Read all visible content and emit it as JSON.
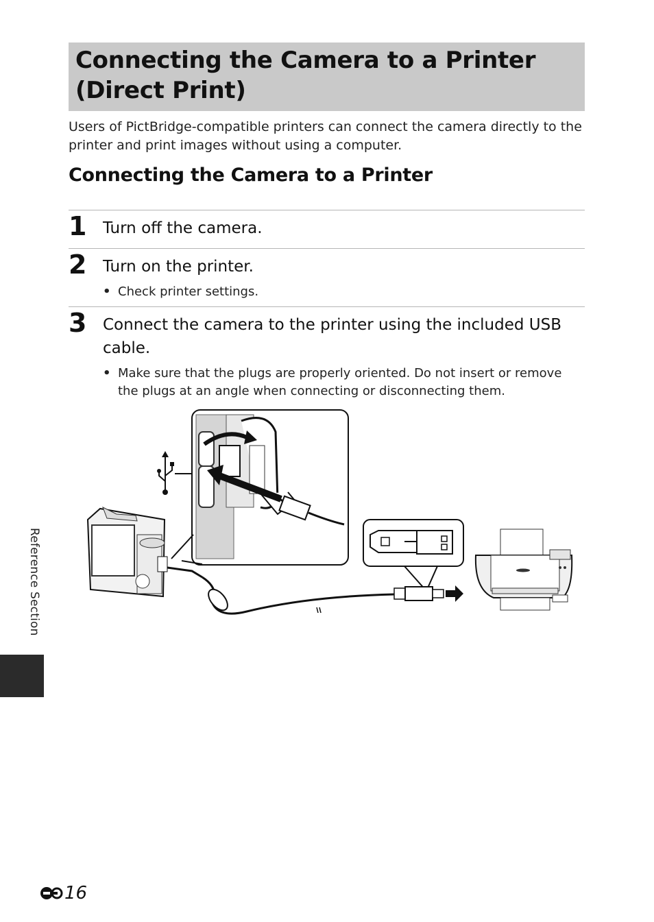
{
  "page": {
    "title": "Connecting the Camera to a Printer (Direct Print)",
    "intro": "Users of PictBridge-compatible printers can connect the camera directly to the printer and print images without using a computer.",
    "section_heading": "Connecting the Camera to a Printer",
    "side_tab": "Reference Section",
    "page_number": "16",
    "page_icon": "reference-e-icon"
  },
  "steps": [
    {
      "number": "1",
      "text": "Turn off the camera."
    },
    {
      "number": "2",
      "text": "Turn on the printer.",
      "bullet": "Check printer settings."
    },
    {
      "number": "3",
      "text": "Connect the camera to the printer using the included USB cable.",
      "bullet": "Make sure that the plugs are properly oriented. Do not insert or remove the plugs at an angle when connecting or disconnecting them."
    }
  ],
  "illustration": {
    "icons": [
      "usb-symbol-icon",
      "camera-icon",
      "usb-plug-icon",
      "printer-icon",
      "arrow-right-icon"
    ]
  }
}
